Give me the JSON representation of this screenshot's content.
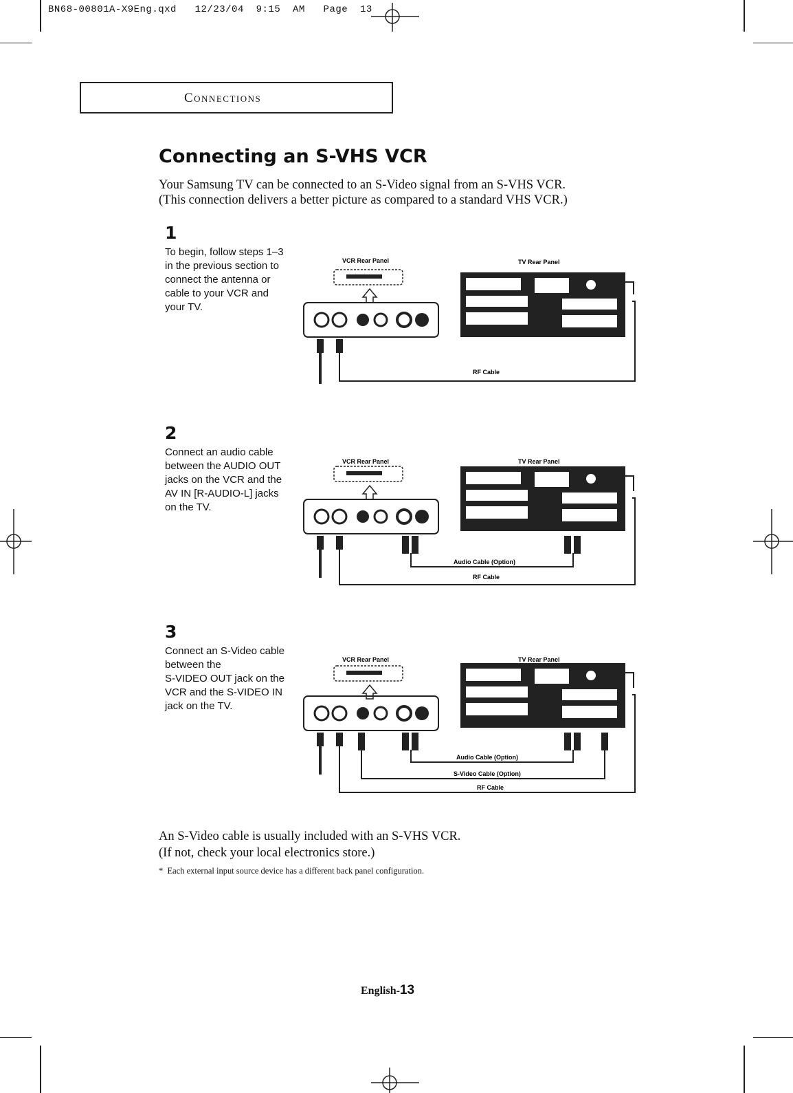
{
  "header": {
    "slug": "BN68-00801A-X9Eng.qxd   12/23/04  9:15  AM   Page  13",
    "section": "Connections"
  },
  "title": "Connecting an S-VHS VCR",
  "intro": {
    "line1": "Your Samsung TV can be connected to an S-Video signal from an S-VHS VCR.",
    "line2": "(This connection delivers a better picture as compared to a standard VHS VCR.)"
  },
  "steps": [
    {
      "number": "1",
      "lines": [
        "To begin, follow steps 1–3",
        "in the previous section to",
        "connect the antenna or",
        "cable to your VCR and",
        "your TV."
      ],
      "vcr_label": "VCR Rear Panel",
      "tv_label": "TV Rear Panel",
      "cables": [
        "RF Cable"
      ]
    },
    {
      "number": "2",
      "lines": [
        "Connect an audio cable",
        "between the AUDIO OUT",
        "jacks on the VCR and the",
        "AV IN [R-AUDIO-L] jacks",
        "on the TV."
      ],
      "vcr_label": "VCR Rear Panel",
      "tv_label": "TV Rear Panel",
      "cables": [
        "Audio Cable (Option)",
        "RF Cable"
      ]
    },
    {
      "number": "3",
      "lines": [
        "Connect an S-Video cable",
        "between the",
        "S-VIDEO OUT jack on the",
        "VCR and the S-VIDEO IN",
        "jack on the TV."
      ],
      "vcr_label": "VCR Rear Panel",
      "tv_label": "TV Rear Panel",
      "cables": [
        "Audio Cable (Option)",
        "S-Video Cable (Option)",
        "RF Cable"
      ]
    }
  ],
  "footer_note": {
    "line1": "An S-Video cable is usually included with an S-VHS VCR.",
    "line2": "(If not, check your local electronics store.)"
  },
  "small_note": "*  Each external input source device has a different back panel configuration.",
  "page_number": {
    "prefix": "English-",
    "number": "13"
  }
}
